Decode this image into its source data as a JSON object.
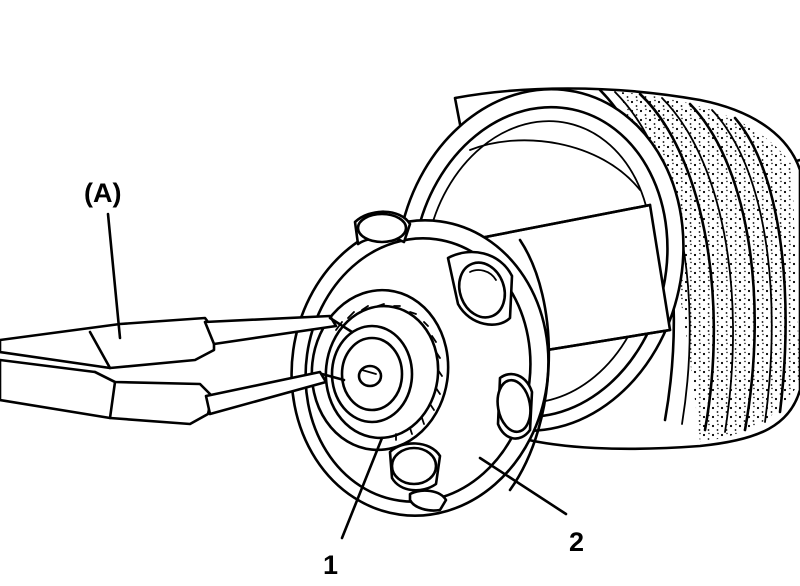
{
  "labels": {
    "tool": "(A)",
    "part1": "1",
    "part2": "2"
  },
  "colors": {
    "ink": "#000000",
    "paper": "#ffffff"
  }
}
